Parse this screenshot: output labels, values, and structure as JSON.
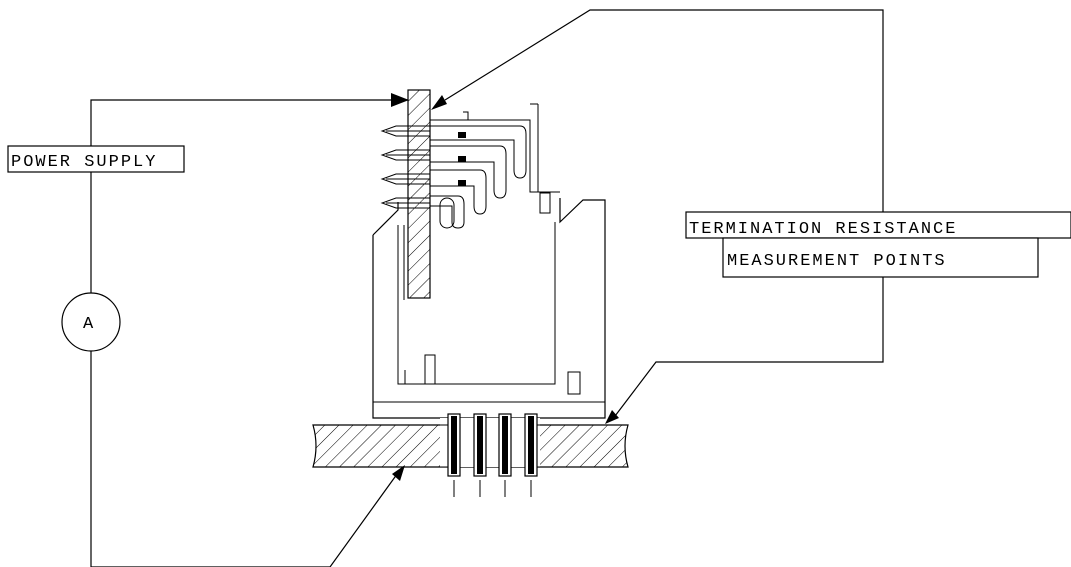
{
  "labels": {
    "power_supply": "POWER SUPPLY",
    "ammeter": "A",
    "termination_line1": "TERMINATION RESISTANCE",
    "termination_line2": "MEASUREMENT POINTS"
  },
  "colors": {
    "ink": "#000000",
    "paper": "#ffffff"
  },
  "icons": [
    "ammeter-symbol",
    "arrowhead"
  ]
}
